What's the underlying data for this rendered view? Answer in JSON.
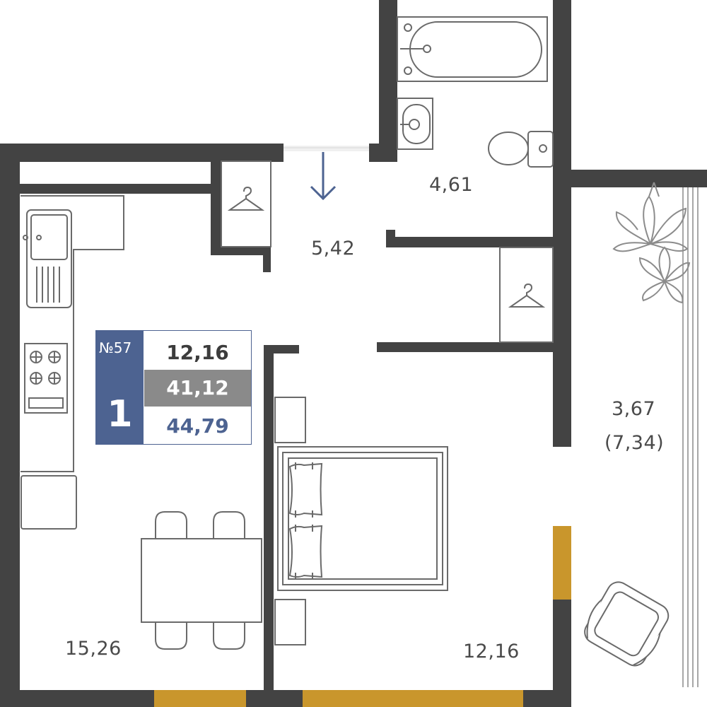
{
  "plan": {
    "rooms": [
      {
        "id": "kitchen",
        "area": "15,26"
      },
      {
        "id": "bedroom",
        "area": "12,16"
      },
      {
        "id": "hallway",
        "area": "5,42"
      },
      {
        "id": "bathroom",
        "area": "4,61"
      },
      {
        "id": "balcony",
        "area": "3,67",
        "area_full": "(7,34)"
      }
    ],
    "badge": {
      "apartment_number": "№57",
      "rooms": "1",
      "living_area": "12,16",
      "total_area": "41,12",
      "full_area": "44,79"
    },
    "colors": {
      "wall": "#434343",
      "window": "#c9962c",
      "accent": "#4d6391",
      "total_bg": "#8a8a8a",
      "furniture_stroke": "#6a6a6a",
      "plant": "#8c8c8c"
    },
    "icons": [
      "hanger-icon",
      "hanger-icon",
      "entrance-arrow-icon",
      "plant-icon",
      "armchair-icon"
    ]
  }
}
